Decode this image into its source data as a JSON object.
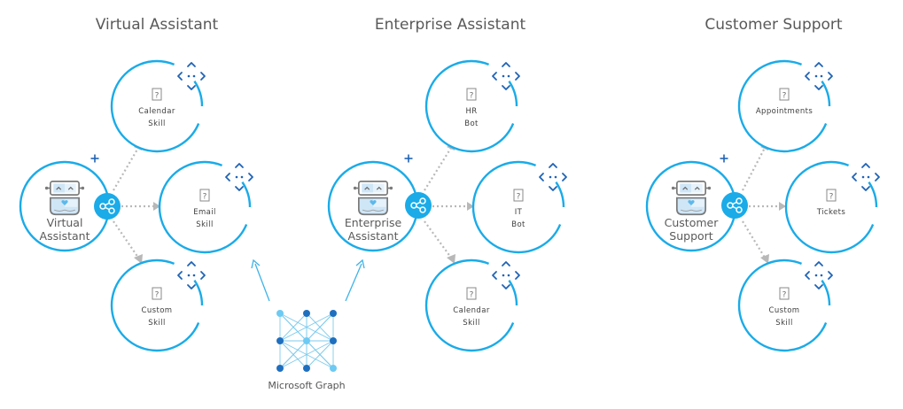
{
  "colors": {
    "ring": "#1aabe8",
    "share_badge": "#1aabe8",
    "move_icon": "#1f63b5",
    "connector": "#b8b8b8",
    "graph_dark_node": "#1f6fbf",
    "graph_light_node": "#6dcaf2",
    "robot_outline": "#7a7a7a",
    "robot_fill": "#cfe6f7",
    "heart": "#5cb8ea"
  },
  "scenarios": [
    {
      "title": "Virtual Assistant",
      "assistant": {
        "label_line1": "Virtual",
        "label_line2": "Assistant",
        "icon": "robot-icon",
        "badge_icon": "share-icon",
        "add_icon": "plus-icon"
      },
      "skills": [
        {
          "line1": "Calendar",
          "line2": "Skill",
          "icon": "question-box-icon",
          "handle_icon": "move-icon"
        },
        {
          "line1": "Email",
          "line2": "Skill",
          "icon": "question-box-icon",
          "handle_icon": "move-icon"
        },
        {
          "line1": "Custom",
          "line2": "Skill",
          "icon": "question-box-icon",
          "handle_icon": "move-icon"
        }
      ]
    },
    {
      "title": "Enterprise Assistant",
      "assistant": {
        "label_line1": "Enterprise",
        "label_line2": "Assistant",
        "icon": "robot-icon",
        "badge_icon": "share-icon",
        "add_icon": "plus-icon"
      },
      "skills": [
        {
          "line1": "HR",
          "line2": "Bot",
          "icon": "question-box-icon",
          "handle_icon": "move-icon"
        },
        {
          "line1": "IT",
          "line2": "Bot",
          "icon": "question-box-icon",
          "handle_icon": "move-icon"
        },
        {
          "line1": "Calendar",
          "line2": "Skill",
          "icon": "question-box-icon",
          "handle_icon": "move-icon"
        }
      ]
    },
    {
      "title": "Customer Support",
      "assistant": {
        "label_line1": "Customer",
        "label_line2": "Support",
        "icon": "robot-icon",
        "badge_icon": "share-icon",
        "add_icon": "plus-icon"
      },
      "skills": [
        {
          "line1": "Appointments",
          "line2": "",
          "icon": "question-box-icon",
          "handle_icon": "move-icon"
        },
        {
          "line1": "Tickets",
          "line2": "",
          "icon": "question-box-icon",
          "handle_icon": "move-icon"
        },
        {
          "line1": "Custom",
          "line2": "Skill",
          "icon": "question-box-icon",
          "handle_icon": "move-icon"
        }
      ]
    }
  ],
  "microsoft_graph": {
    "label": "Microsoft Graph",
    "icon": "network-graph-icon",
    "feeds": [
      "Virtual Assistant",
      "Enterprise Assistant"
    ]
  }
}
